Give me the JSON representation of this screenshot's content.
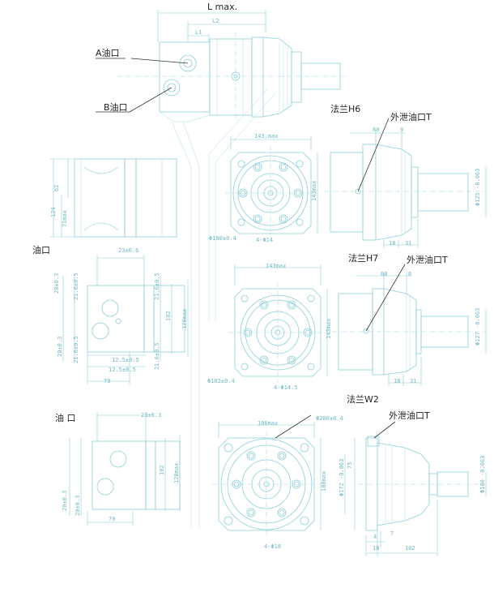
{
  "labels": {
    "l_max": "L max.",
    "l2": "L2",
    "l1": "L1",
    "port_a": "A油口",
    "port_b": "B油口",
    "flange_h6": "法兰H6",
    "drain_1": "外泄油口T",
    "port_1": "油口",
    "flange_h7": "法兰H7",
    "drain_2": "外泄油口T",
    "flange_w2": "法兰W2",
    "port_2": "油  口",
    "drain_3": "外泄油口T"
  },
  "dimensions": {
    "d_62": "62",
    "d_124": "124",
    "d_71": "71max",
    "h6_143w": "143.max",
    "h6_143h": "143max",
    "h6_bolt_circle": "Φ180±0.4",
    "h6_holes": "4-Φ14",
    "h6_60": "60",
    "h6_9": "9",
    "h6_pilot": "Φ125 -0.063",
    "h6_18": "18",
    "h6_31": "31",
    "p1_23": "23±0.6",
    "p1_20": "20±0.3",
    "p1_21a": "21.6±0.5",
    "p1_21b": "21.6±0.5",
    "p1_21c": "21.6±0.5",
    "p1_21d": "21.6±0.5",
    "p1_102": "102",
    "p1_120": "120max",
    "p1_12a": "12.5±0.5",
    "p1_12b": "12.5±0.5",
    "p1_20b": "20±0.3",
    "p1_70": "70",
    "h7_143w": "143max",
    "h7_143h": "143max",
    "h7_bolt_circle": "Φ162±0.4",
    "h7_holes": "4-Φ14.5",
    "h7_60": "60",
    "h7_8": "8",
    "h7_pilot": "Φ127 -0.063",
    "h7_18": "18",
    "h7_31": "31",
    "p2_23": "23±0.3",
    "p2_102": "102",
    "p2_120": "120max",
    "p2_20a": "20±0.3",
    "p2_20b": "20±0.3",
    "p2_70": "70",
    "w2_180w": "180max",
    "w2_bolt_circle": "Φ200±0.4",
    "w2_180h": "180max",
    "w2_holes": "4-Φ18",
    "w2_75": "75",
    "w2_pilot": "Φ172 -0.063",
    "w2_shaft": "Φ100 -0.063",
    "w2_4": "4",
    "w2_7": "7",
    "w2_18": "18",
    "w2_102": "102"
  }
}
